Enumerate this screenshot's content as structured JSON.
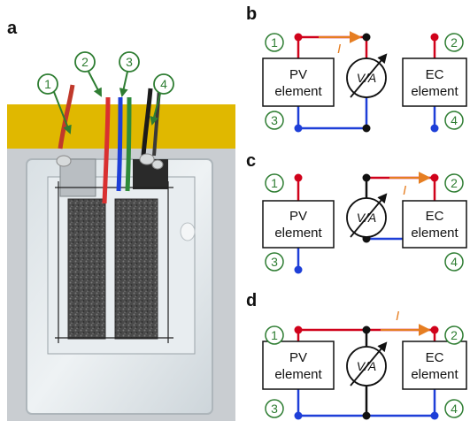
{
  "panels": {
    "a": "a",
    "b": "b",
    "c": "c",
    "d": "d"
  },
  "terminals": [
    "1",
    "2",
    "3",
    "4"
  ],
  "pv_element": [
    "PV",
    "element"
  ],
  "ec_element": [
    "EC",
    "element"
  ],
  "meter_label": "V/A",
  "current_label": "I",
  "colors": {
    "positive_wire": "#d0021b",
    "negative_wire": "#1e3fd8",
    "current_arrow": "#e67e22",
    "terminal_label": "#2e7d32",
    "photo_tape": "#e0b800"
  }
}
